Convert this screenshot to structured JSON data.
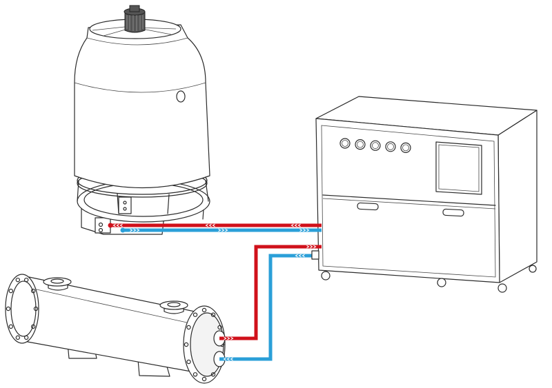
{
  "components": {
    "cooling_tower": {
      "name": "cooling-tower"
    },
    "chiller_unit": {
      "name": "chiller-unit",
      "knob_count": 5
    },
    "heat_exchanger": {
      "name": "shell-and-tube-heat-exchanger"
    }
  },
  "pipes": {
    "hot_color": "#d0111b",
    "cold_color": "#2a9fd8",
    "arrow_color": "#ffffff"
  }
}
